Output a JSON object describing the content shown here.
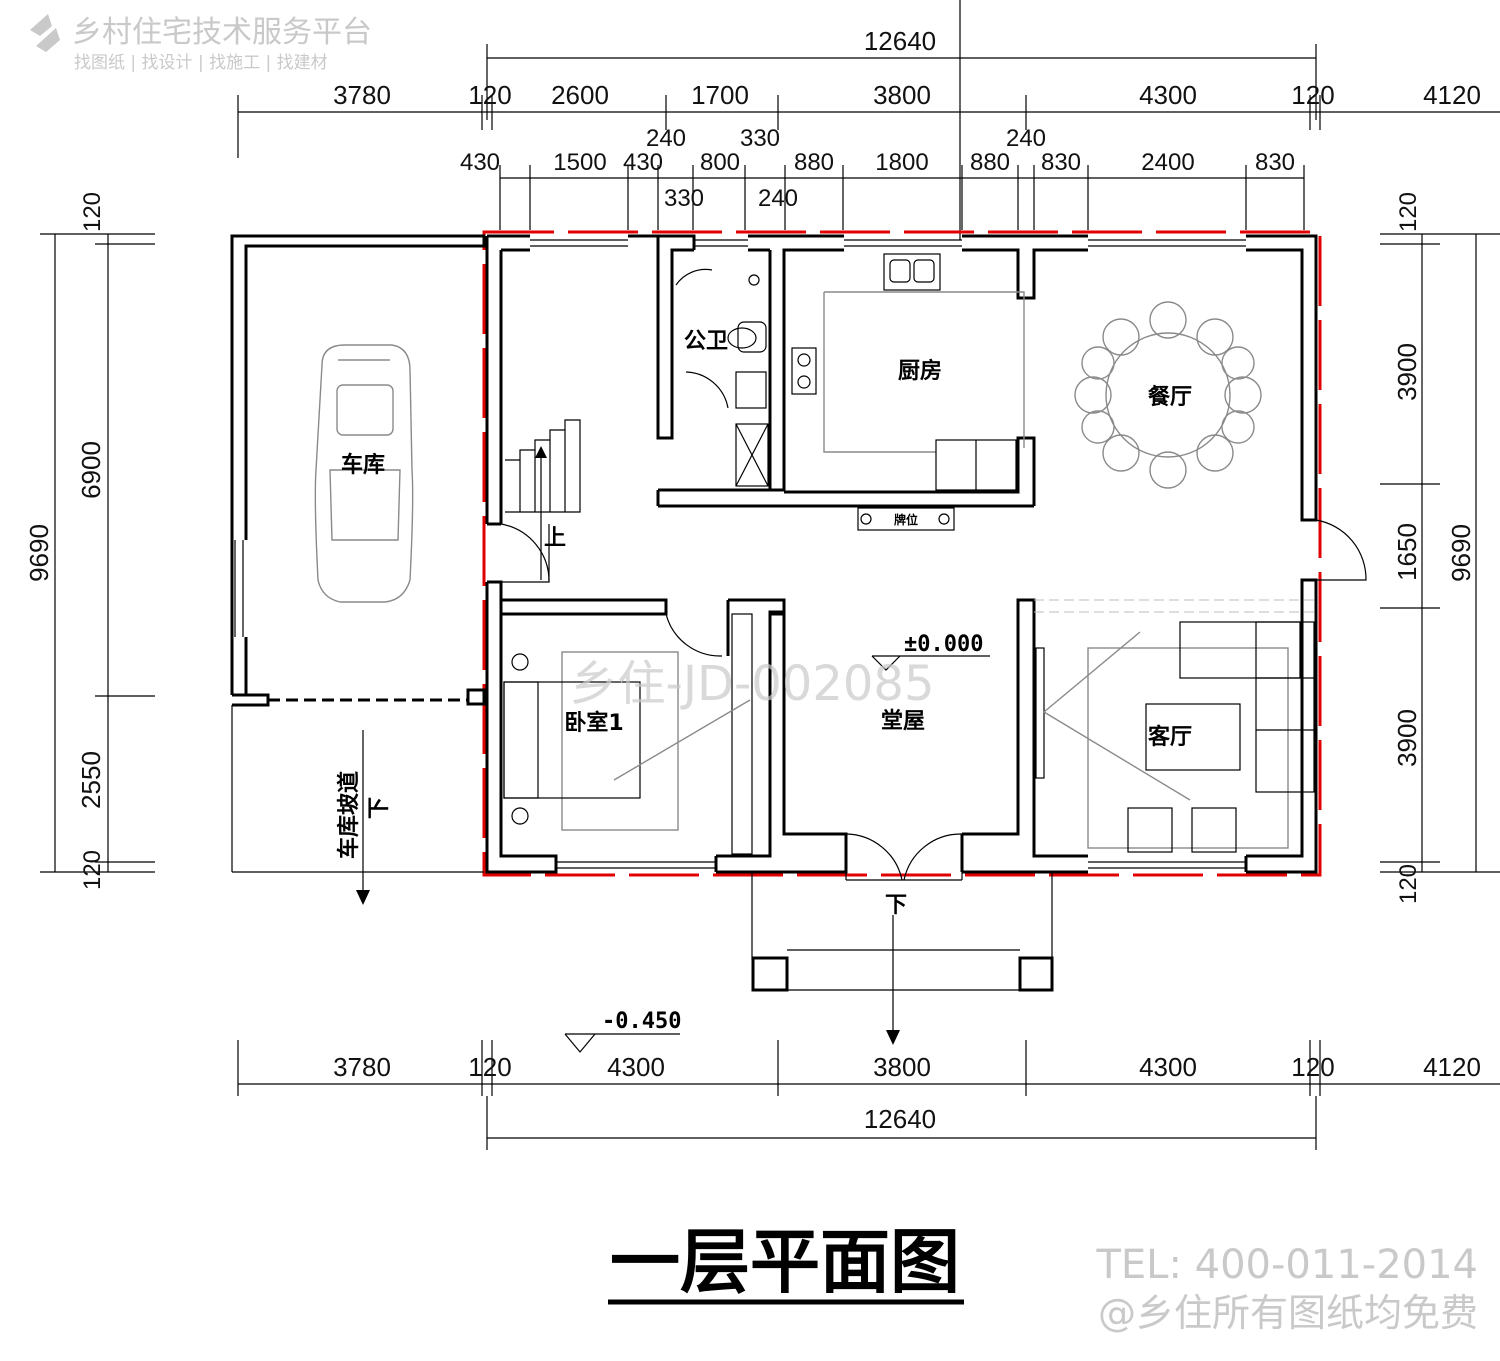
{
  "watermark": {
    "platform": "乡村住宅技术服务平台",
    "slogan": "找图纸 | 找设计 | 找施工 | 找建材",
    "drawing_id": "乡住-JD-002085",
    "tel": "TEL: 400-011-2014",
    "free_note": "@乡住所有图纸均免费"
  },
  "title": "一层平面图",
  "rooms": {
    "garage": "车库",
    "toilet": "公卫",
    "kitchen": "厨房",
    "dining": "餐厅",
    "hall": "堂屋",
    "bedroom1": "卧室1",
    "living": "客厅",
    "shrine": "牌位",
    "ramp": "车库坡道"
  },
  "levels": {
    "floor": "±0.000",
    "outside": "-0.450"
  },
  "labels": {
    "up": "上",
    "down": "下"
  },
  "dimensions": {
    "top_total": "12640",
    "top_row1": [
      "3780",
      "120",
      "2600",
      "1700",
      "3800",
      "4300",
      "120",
      "4120"
    ],
    "top_row2": [
      "430",
      "1500",
      "430",
      "800",
      "880",
      "1800",
      "880",
      "830",
      "2400",
      "830"
    ],
    "top_small_upper": [
      "240",
      "330",
      "240"
    ],
    "top_small_lower": [
      "330",
      "240"
    ],
    "bottom_row": [
      "3780",
      "120",
      "4300",
      "3800",
      "4300",
      "120",
      "4120"
    ],
    "bottom_total": "12640",
    "left_outer": "9690",
    "left_inner": [
      "120",
      "6900",
      "2550",
      "120"
    ],
    "right_inner": [
      "120",
      "3900",
      "1650",
      "3900",
      "120"
    ],
    "right_outer": "9690"
  }
}
